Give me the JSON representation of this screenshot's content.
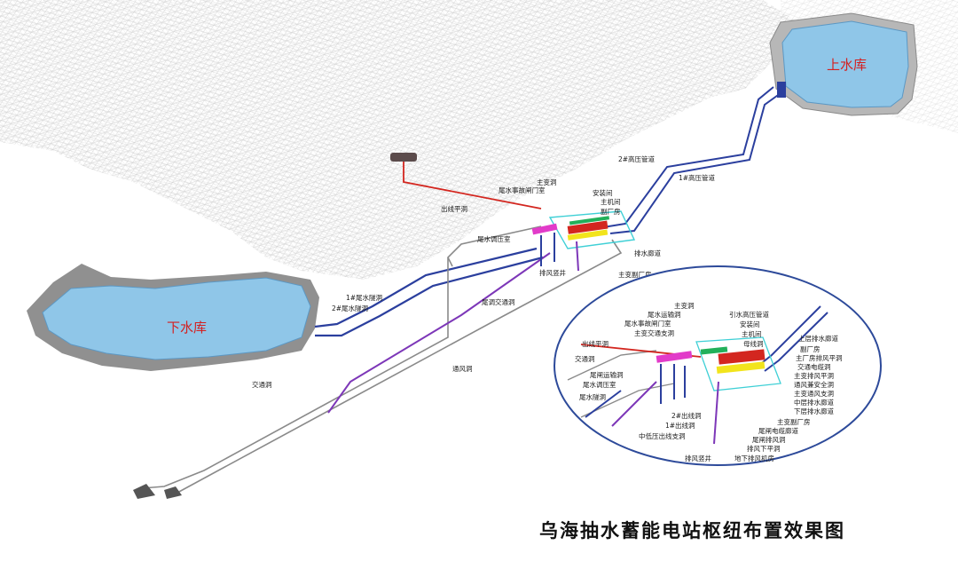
{
  "title": "乌海抽水蓄能电站枢纽布置效果图",
  "reservoirs": {
    "upper": "上水库",
    "lower": "下水库"
  },
  "main_labels": {
    "hp2": "2#高压管道",
    "hp1": "1#高压管道",
    "main_transformer": "主变洞",
    "tail_gate": "尾水事故闸门室",
    "assembly": "安装间",
    "main_machine": "主机间",
    "aux_plant": "副厂房",
    "outlet_flat": "出线平洞",
    "tail_surge": "尾水调压室",
    "drain_gallery": "排水廊道",
    "vent_shaft": "排风竖井",
    "main_aux": "主变副厂房",
    "tail_tunnel_1": "1#尾水隧洞",
    "tail_tunnel_2": "2#尾水隧洞",
    "surge_access": "尾调交通洞",
    "vent_tunnel": "通风洞",
    "access_tunnel": "交通洞"
  },
  "detail_labels": {
    "main_transformer": "主变洞",
    "tail_transport": "尾水运输洞",
    "tail_gate": "尾水事故闸门室",
    "transformer_access": "主变交通支洞",
    "outlet_flat": "出线平洞",
    "access_tunnel": "交通洞",
    "tail_gate_transport": "尾闸运输洞",
    "tail_surge": "尾水调压室",
    "tail_tunnel": "尾水隧洞",
    "outlet_2": "2#出线洞",
    "outlet_1": "1#出线洞",
    "mid_low_outlet": "中低压出线支洞",
    "vent_shaft": "排风竖井",
    "intake_hp": "引水高压管道",
    "assembly": "安装间",
    "main_machine": "主机间",
    "busbar": "母线洞",
    "upper_drain": "上层排水廊道",
    "aux_plant": "副厂房",
    "plant_exhaust": "主厂房排风平洞",
    "cable_gallery": "交通电缆洞",
    "transformer_exhaust": "主变排风平洞",
    "vent_safety": "通风兼安全洞",
    "transformer_vent": "主变通风支洞",
    "mid_drain": "中层排水廊道",
    "low_drain": "下层排水廊道",
    "main_aux": "主变副厂房",
    "tail_cable": "尾闸电缆廊道",
    "tail_exhaust": "尾闸排风洞",
    "exhaust_low": "排风下平洞",
    "underground_fan": "地下排风机房"
  },
  "colors": {
    "water": "#8fc6e8",
    "blue_tunnel": "#2b3f9e",
    "red_line": "#d3261f",
    "purple": "#7d37b8",
    "magenta": "#e23bc9",
    "yellow": "#f2e41c",
    "green": "#22b05a",
    "cyan": "#3fd0d6",
    "gray_tunnel": "#8a8a8a",
    "ellipse_border": "#2d4a9a"
  }
}
